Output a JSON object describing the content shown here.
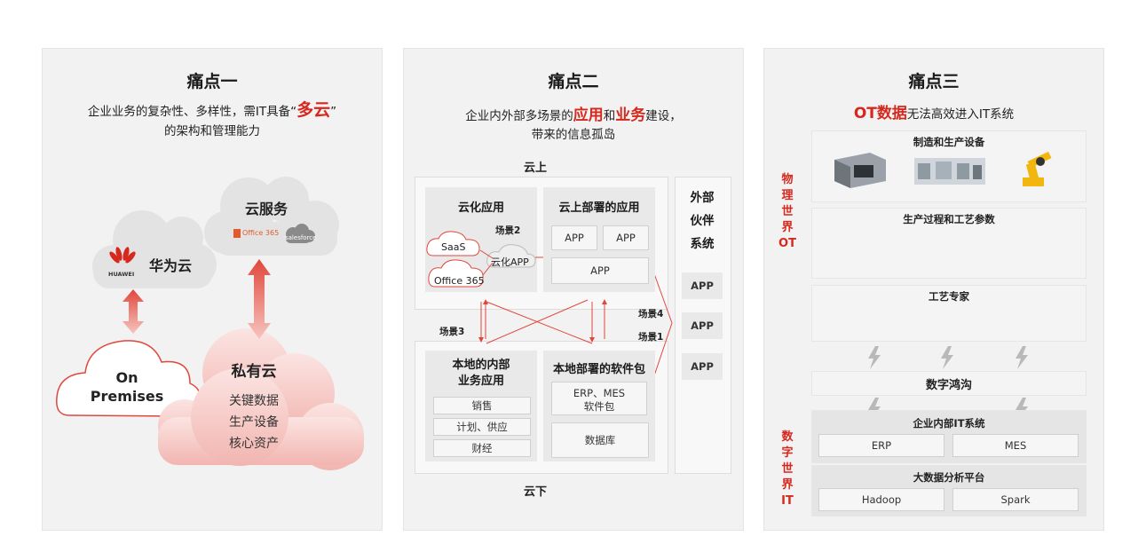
{
  "panel1": {
    "title": "痛点一",
    "subtitle_pre": "企业业务的复杂性、多样性，需IT具备“",
    "subtitle_red": "多云",
    "subtitle_post": "”",
    "subtitle_line2": "的架构和管理能力",
    "cloud_service": {
      "title": "云服务",
      "logo_office": "Office 365",
      "logo_salesforce": "salesforce"
    },
    "huawei_cloud": {
      "name": "华为云",
      "logo_text": "HUAWEI"
    },
    "on_premises": {
      "line1": "On",
      "line2": "Premises"
    },
    "private_cloud": {
      "title": "私有云",
      "items": [
        "关键数据",
        "生产设备",
        "核心资产"
      ]
    }
  },
  "panel2": {
    "title": "痛点二",
    "subtitle_pre": "企业内外部多场景的",
    "subtitle_red1": "应用",
    "subtitle_mid": "和",
    "subtitle_red2": "业务",
    "subtitle_post": "建设，",
    "subtitle_line2": "带来的信息孤岛",
    "cloud_up": "云上",
    "cloud_down": "云下",
    "cloudified": {
      "title": "云化应用",
      "saas": "SaaS",
      "office": "Office 365",
      "scene2": "场景2",
      "cloud_app": "云化APP"
    },
    "cloud_deployed": {
      "title": "云上部署的应用",
      "app1": "APP",
      "app2": "APP",
      "app3": "APP"
    },
    "partners": {
      "title_line1": "外部",
      "title_line2": "伙伴",
      "title_line3": "系统",
      "apps": [
        "APP",
        "APP",
        "APP"
      ]
    },
    "local_biz": {
      "title_line1": "本地的内部",
      "title_line2": "业务应用",
      "items": [
        "销售",
        "计划、供应",
        "财经"
      ]
    },
    "local_pkg": {
      "title": "本地部署的软件包",
      "erp_line1": "ERP、MES",
      "erp_line2": "软件包",
      "db": "数据库"
    },
    "scene3": "场景3",
    "scene4": "场景4",
    "scene1": "场景1"
  },
  "panel3": {
    "title": "痛点三",
    "subtitle_red": "OT数据",
    "subtitle_post": "无法高效进入IT系统",
    "physical_label": [
      "物",
      "理",
      "世",
      "界",
      "OT"
    ],
    "digital_label": [
      "数",
      "字",
      "世",
      "界",
      "IT"
    ],
    "mfg": "制造和生产设备",
    "process": "生产过程和工艺参数",
    "experts": "工艺专家",
    "gap": "数字鸿沟",
    "it_systems": {
      "title": "企业内部IT系统",
      "items": [
        "ERP",
        "MES"
      ]
    },
    "bigdata": {
      "title": "大数据分析平台",
      "items": [
        "Hadoop",
        "Spark"
      ]
    }
  },
  "colors": {
    "accent": "#d7281e",
    "panel_bg": "#f2f2f2"
  }
}
